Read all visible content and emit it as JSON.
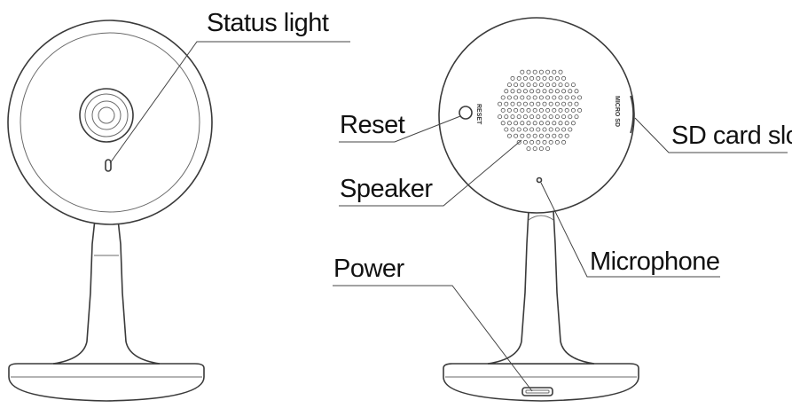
{
  "labels": {
    "status_light": "Status light",
    "reset": "Reset",
    "speaker": "Speaker",
    "power": "Power",
    "microphone": "Microphone",
    "sd_card_slot": "SD card slot"
  },
  "device_markings": {
    "reset": "RESET",
    "micro_sd": "MICRO SD"
  },
  "colors": {
    "line": "#3a3a3a",
    "text": "#111111",
    "background": "#ffffff"
  }
}
